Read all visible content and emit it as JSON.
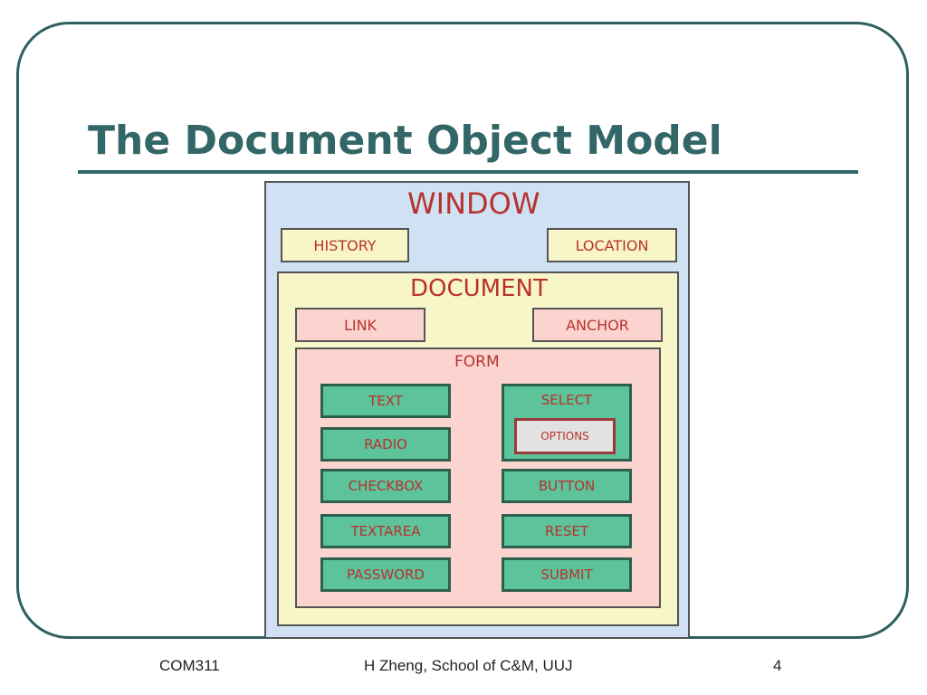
{
  "slide": {
    "title": "The Document Object Model"
  },
  "diagram": {
    "window": {
      "label": "WINDOW",
      "history": "HISTORY",
      "location": "LOCATION"
    },
    "document": {
      "label": "DOCUMENT",
      "link": "LINK",
      "anchor": "ANCHOR"
    },
    "form": {
      "label": "FORM",
      "text": "TEXT",
      "radio": "RADIO",
      "checkbox": "CHECKBOX",
      "textarea": "TEXTAREA",
      "password": "PASSWORD",
      "select": "SELECT",
      "options": "OPTIONS",
      "button": "BUTTON",
      "reset": "RESET",
      "submit": "SUBMIT"
    }
  },
  "footer": {
    "left": "COM311",
    "center": "H Zheng, School of C&M, UUJ",
    "page_number": "4"
  },
  "colors": {
    "title": "#336666",
    "frame": "#2f5f5f",
    "window_bg": "#cfe1f3",
    "document_bg": "#f8f6c8",
    "form_bg": "#fbd4cf",
    "element_bg": "#5cc39b",
    "label_text": "#b8322e"
  }
}
